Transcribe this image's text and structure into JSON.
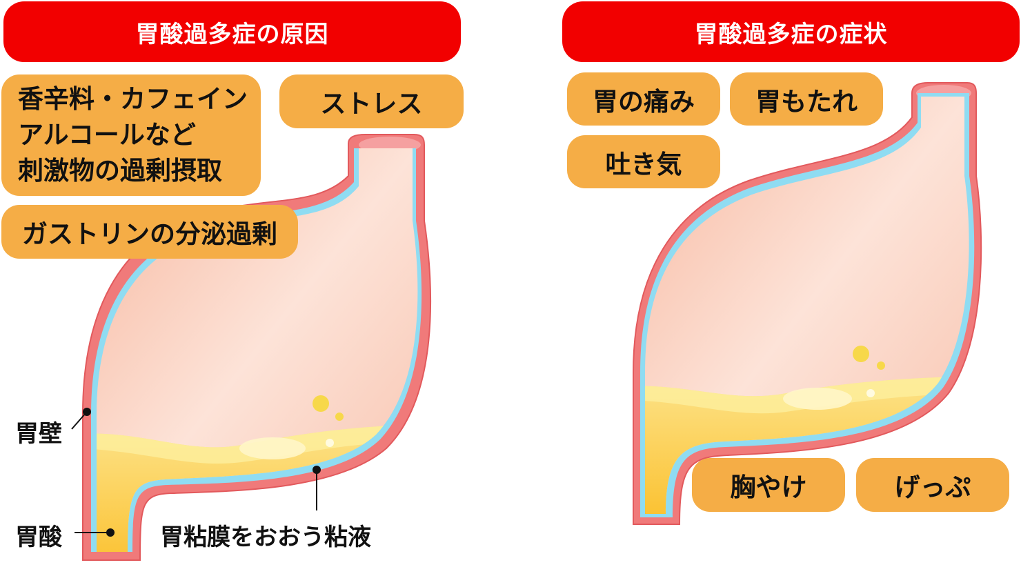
{
  "causes": {
    "title": "胃酸過多症の原因",
    "items": [
      "香辛料・カフェイン",
      "アルコールなど",
      "刺激物の過剰摂取"
    ],
    "stress": "ストレス",
    "gastrin": "ガストリンの分泌過剰"
  },
  "symptoms": {
    "title": "胃酸過多症の症状",
    "pain": "胃の痛み",
    "heaviness": "胃もたれ",
    "nausea": "吐き気",
    "heartburn": "胸やけ",
    "burp": "げっぷ"
  },
  "labels": {
    "wall": "胃壁",
    "acid": "胃酸",
    "mucus": "胃粘膜をおおう粘液"
  },
  "colors": {
    "header": "#f20000",
    "tag": "#f5ad46",
    "stomach_wall": "#f07a7a",
    "mucus": "#8fdcf2",
    "acid": "#fcc93a"
  }
}
